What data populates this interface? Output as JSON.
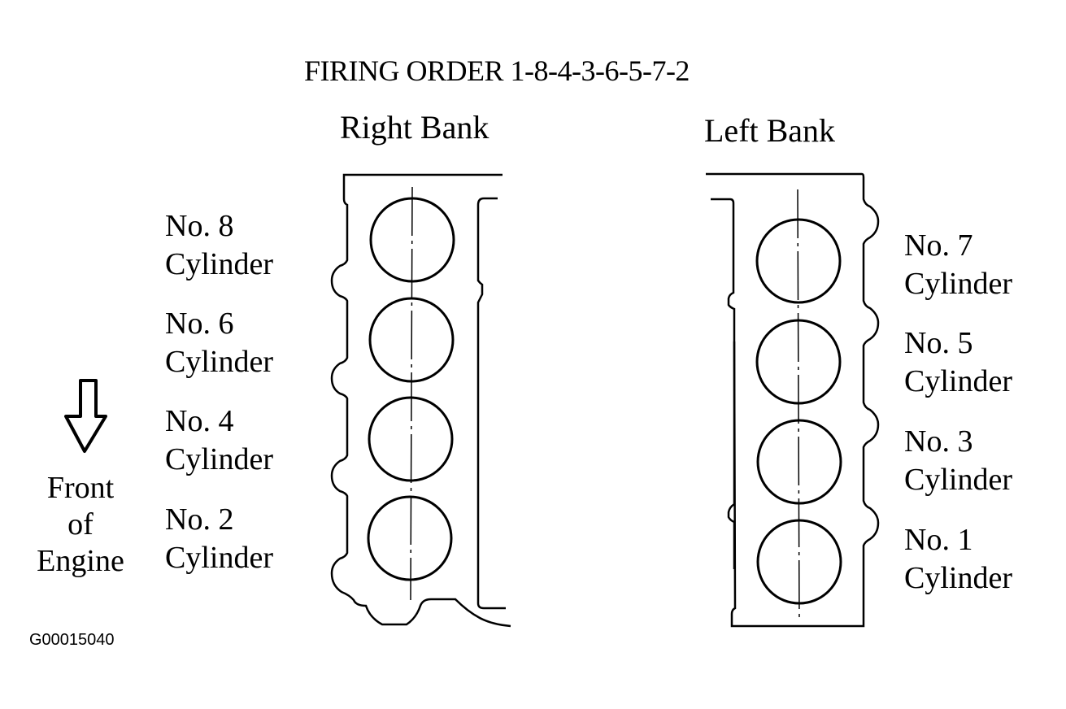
{
  "title": "FIRING ORDER 1-8-4-3-6-5-7-2",
  "banks": {
    "right": {
      "label": "Right Bank",
      "cylinders": [
        {
          "no": "No. 8",
          "word": "Cylinder"
        },
        {
          "no": "No. 6",
          "word": "Cylinder"
        },
        {
          "no": "No. 4",
          "word": "Cylinder"
        },
        {
          "no": "No. 2",
          "word": "Cylinder"
        }
      ]
    },
    "left": {
      "label": "Left Bank",
      "cylinders": [
        {
          "no": "No. 7",
          "word": "Cylinder"
        },
        {
          "no": "No. 5",
          "word": "Cylinder"
        },
        {
          "no": "No. 3",
          "word": "Cylinder"
        },
        {
          "no": "No. 1",
          "word": "Cylinder"
        }
      ]
    }
  },
  "front_indicator": {
    "icon": "down-arrow-icon",
    "lines": [
      "Front",
      "of",
      "Engine"
    ]
  },
  "figure_id": "G00015040"
}
